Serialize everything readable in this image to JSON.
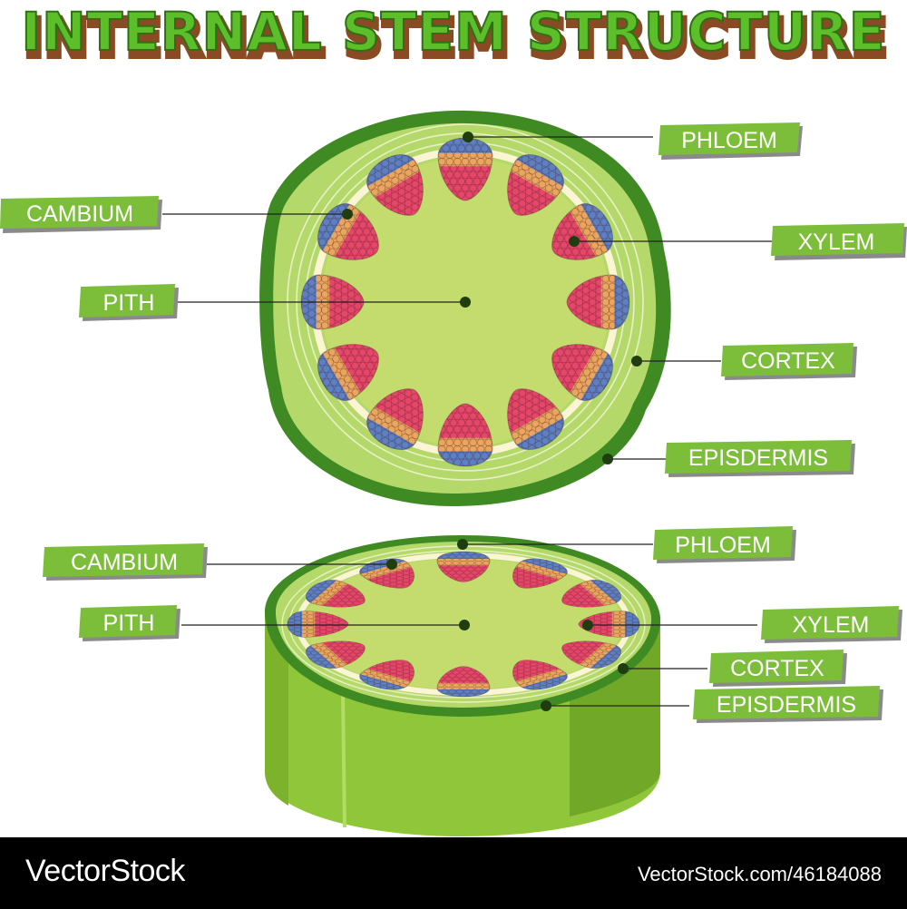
{
  "title": "INTERNAL STEM STRUCTURE",
  "colors": {
    "title_fill": "#5cbf2a",
    "title_shadow": "#8a4a23",
    "epidermis": "#3f8a22",
    "cortex": "#b5d86a",
    "pith": "#c3dc6d",
    "cambium_ring": "#fbf5d6",
    "xylem": "#e5476a",
    "phloem": "#5b80c4",
    "cambium_band": "#e8a65e",
    "label_bg": "#7cbd3a",
    "label_shadow": "#8a8a8a",
    "cylinder_side": "#8fc63a",
    "footer_bg": "#000000"
  },
  "top_diagram": {
    "labels": {
      "phloem": "PHLOEM",
      "cambium": "CAMBIUM",
      "xylem": "XYLEM",
      "pith": "PITH",
      "cortex": "CORTEX",
      "epidermis": "EPISDERMIS"
    }
  },
  "bottom_diagram": {
    "labels": {
      "phloem": "PHLOEM",
      "cambium": "CAMBIUM",
      "pith": "PITH",
      "xylem": "XYLEM",
      "cortex": "CORTEX",
      "epidermis": "EPISDERMIS"
    }
  },
  "footer": {
    "brand": "VectorStock",
    "url": "VectorStock.com/46184088"
  }
}
